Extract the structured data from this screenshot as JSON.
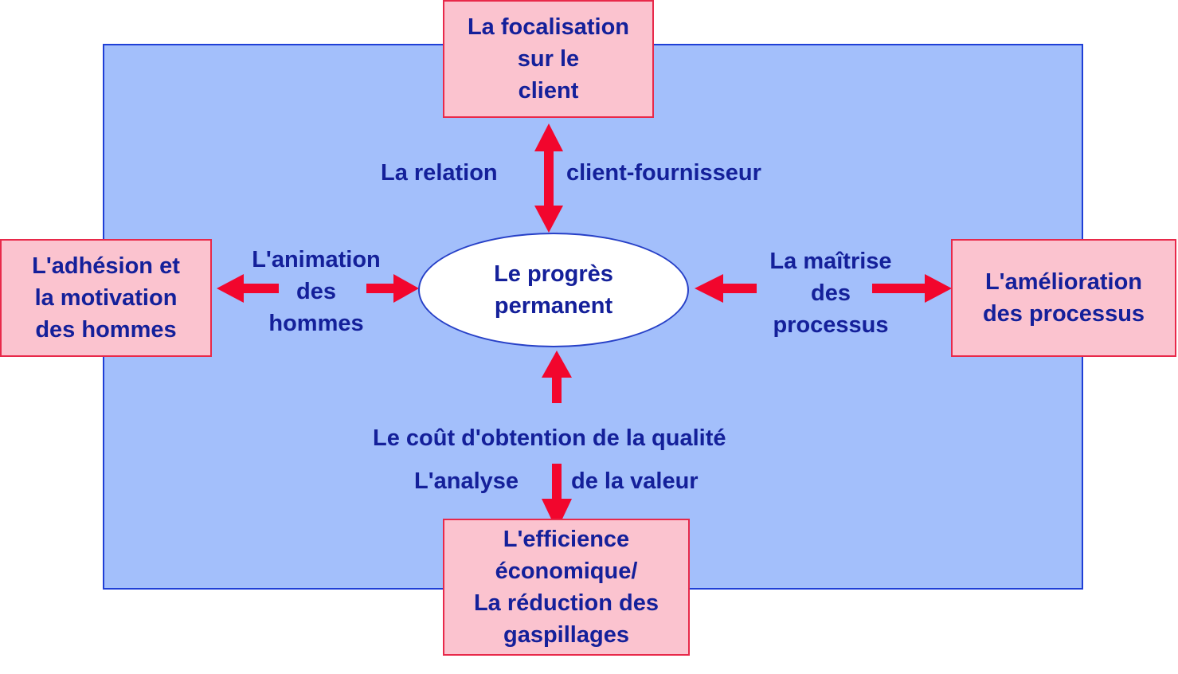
{
  "colors": {
    "background_rect": "#a3bffb",
    "background_border": "#1f3fd6",
    "box_fill": "#fbc3cf",
    "box_border": "#e8294a",
    "arrow": "#f2062d",
    "text": "#14209a"
  },
  "center": {
    "text": "Le progrès\npermanent"
  },
  "boxes": {
    "top": "La focalisation\nsur le\nclient",
    "left": "L'adhésion  et\nla motivation\ndes hommes",
    "right": "L'amélioration\ndes processus",
    "bottom": "L'efficience\néconomique/\nLa réduction des\ngaspillages"
  },
  "labels": {
    "top_left": "La relation",
    "top_right": "client-fournisseur",
    "left": "L'animation\ndes\nhommes",
    "right": "La maîtrise\ndes\nprocessus",
    "bottom_main": "Le coût d'obtention de la qualité",
    "bottom_left": "L'analyse",
    "bottom_right": "de la valeur"
  }
}
